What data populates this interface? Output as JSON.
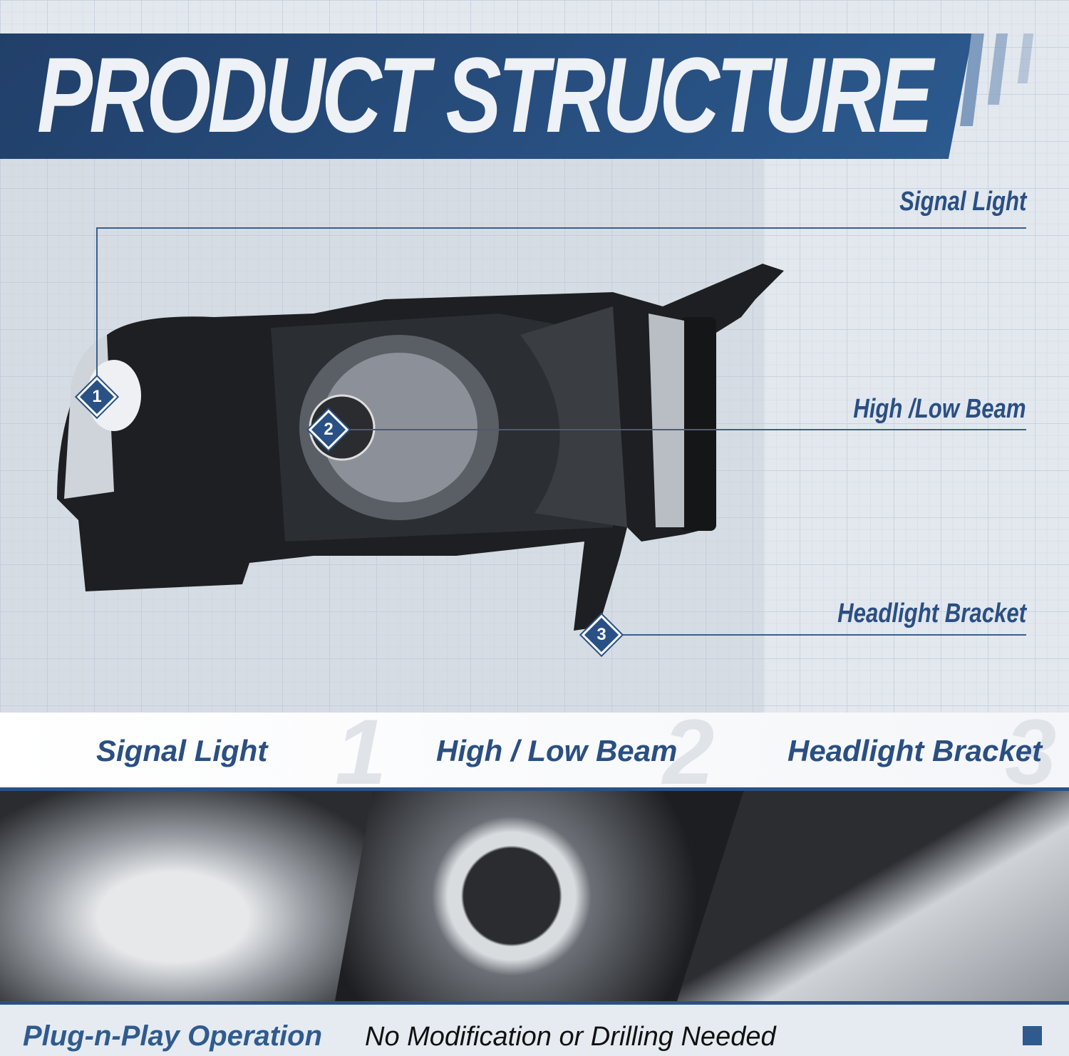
{
  "banner": {
    "title": "PRODUCT STRUCTURE"
  },
  "callouts": [
    {
      "number": "1",
      "label": "Signal Light"
    },
    {
      "number": "2",
      "label": "High /Low Beam"
    },
    {
      "number": "3",
      "label": "Headlight Bracket"
    }
  ],
  "features": [
    {
      "number": "1",
      "label": "Signal Light"
    },
    {
      "number": "2",
      "label": "High / Low Beam"
    },
    {
      "number": "3",
      "label": "Headlight Bracket"
    }
  ],
  "footer": {
    "highlight": "Plug-n-Play Operation",
    "text": "No Modification or Drilling Needed"
  },
  "colors": {
    "brand": "#2a5185",
    "text": "#2a4f82"
  }
}
